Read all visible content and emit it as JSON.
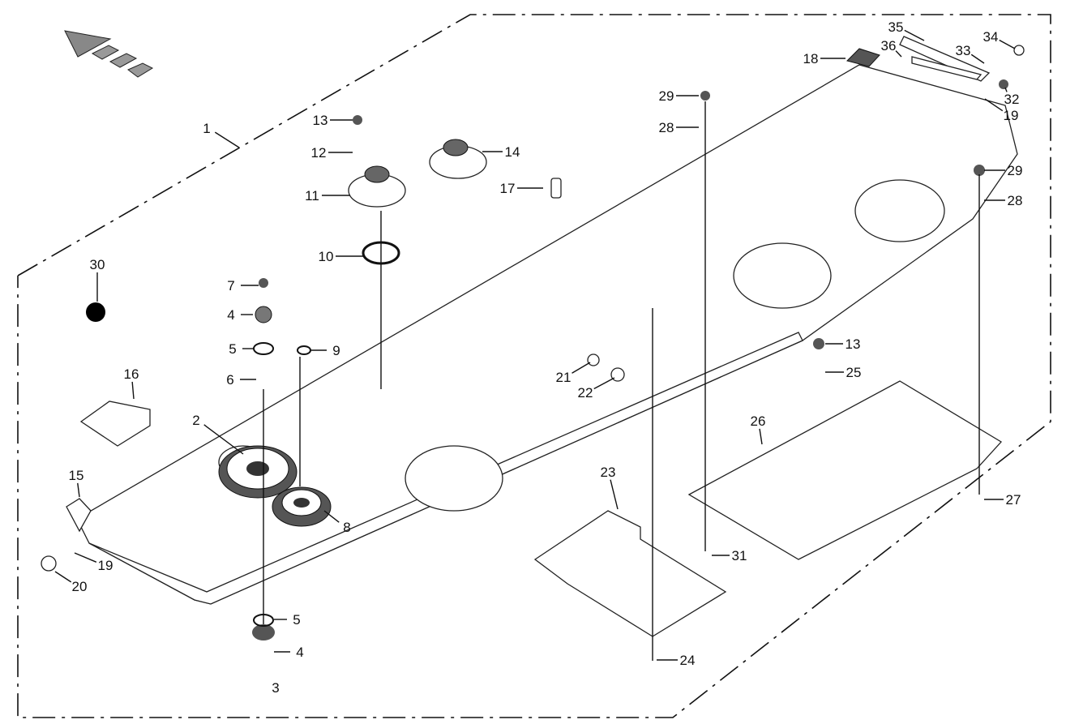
{
  "diagram": {
    "callouts": [
      "1",
      "2",
      "3",
      "4",
      "4",
      "5",
      "5",
      "6",
      "7",
      "8",
      "9",
      "10",
      "11",
      "12",
      "13",
      "13",
      "14",
      "15",
      "16",
      "17",
      "18",
      "19",
      "19",
      "20",
      "21",
      "22",
      "23",
      "24",
      "25",
      "26",
      "27",
      "28",
      "28",
      "29",
      "29",
      "30",
      "31",
      "32",
      "33",
      "34",
      "35",
      "36"
    ],
    "colors": {
      "line": "#111111",
      "background": "#ffffff"
    },
    "icons": [
      "direction-arrow-icon"
    ]
  }
}
